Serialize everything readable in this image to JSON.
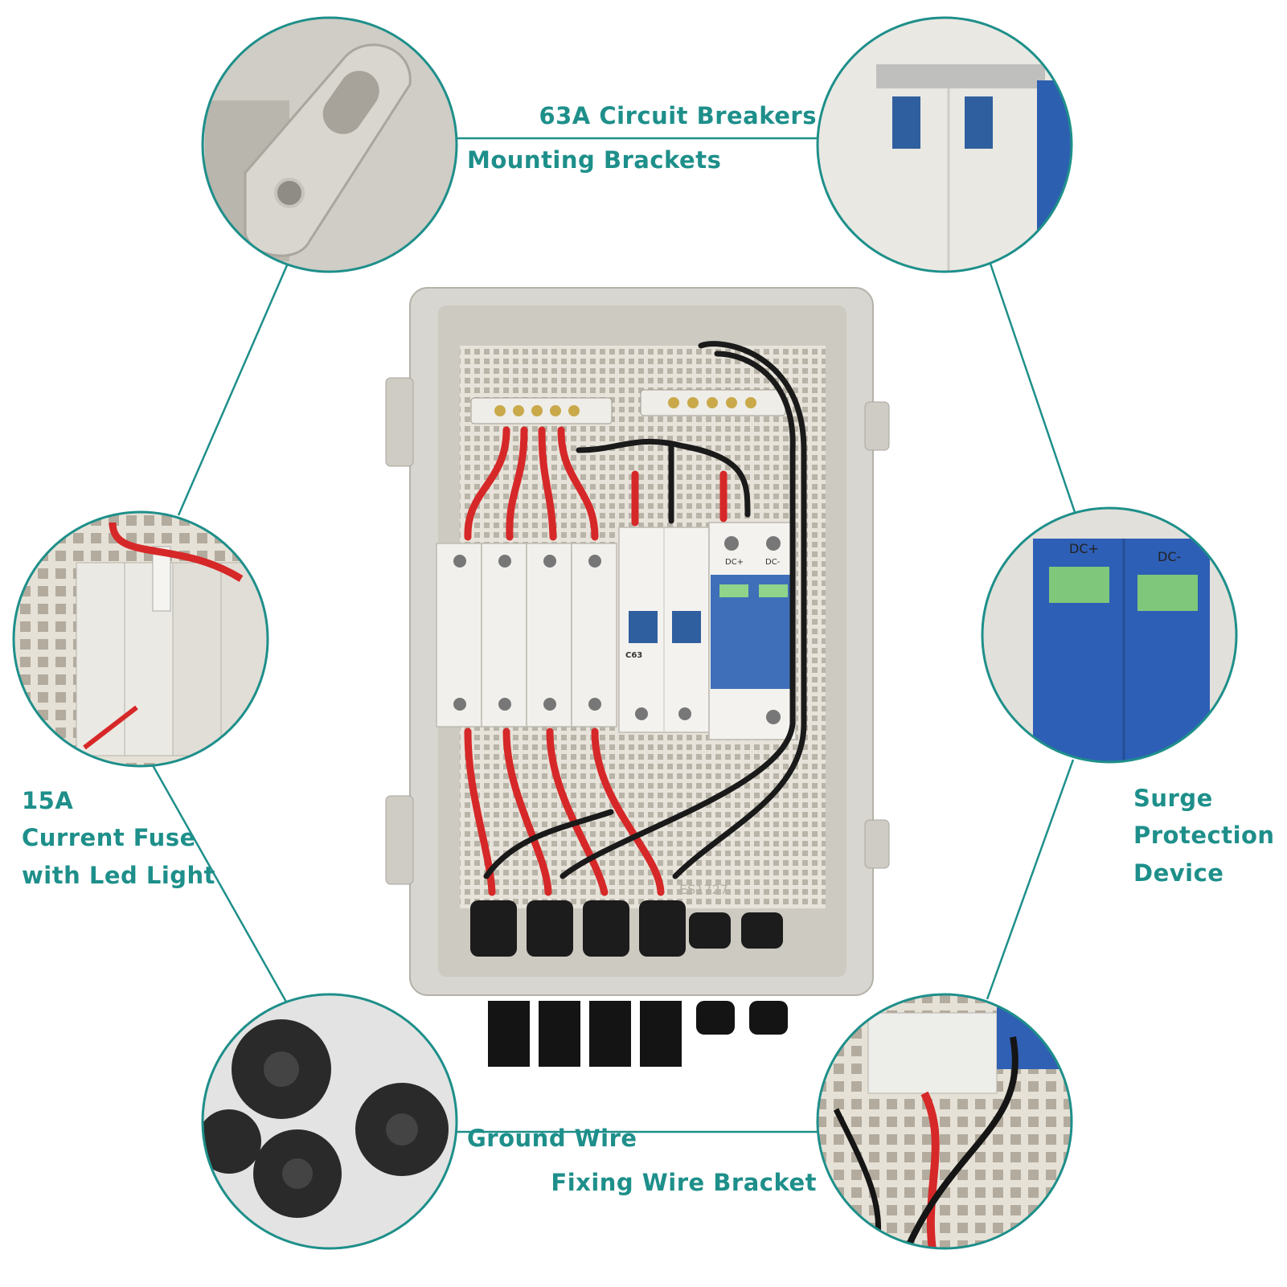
{
  "accent_color": "#1e8f8a",
  "labels": {
    "circuit_breakers": "63A Circuit Breakers",
    "mounting_brackets": "Mounting Brackets",
    "fuse": [
      "15A",
      "Current Fuse",
      "with Led Light"
    ],
    "surge": [
      "Surge",
      "Protection",
      "Device"
    ],
    "ground_wire": "Ground Wire",
    "fixing_wire_bracket": "Fixing Wire Bracket"
  },
  "device_markings": {
    "spd_plus": "DC+",
    "spd_minus": "DC-",
    "breaker_model": "C63",
    "enclosure_mark": "ES1727"
  }
}
